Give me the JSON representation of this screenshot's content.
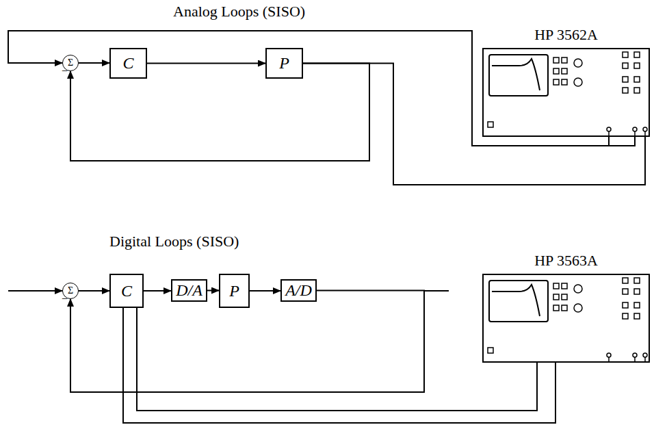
{
  "diagram": {
    "nodes": [
      {
        "text": [
          "Σ"
        ]
      },
      {
        "text": [
          "C"
        ]
      },
      {
        "text": [
          "P"
        ]
      },
      {
        "text": [
          "HP 3562A"
        ]
      },
      {
        "text": [
          "Σ"
        ]
      },
      {
        "text": [
          "C"
        ]
      },
      {
        "text": [
          "D/A"
        ]
      },
      {
        "text": [
          "P"
        ]
      },
      {
        "text": [
          "A/D"
        ]
      },
      {
        "text": [
          "HP 3563A"
        ]
      }
    ],
    "edges": [
      {
        "from": 0,
        "to": 1,
        "arrow": "to"
      },
      {
        "from": 1,
        "to": 2,
        "arrow": "to"
      },
      {
        "from": 2,
        "to": 0,
        "arrow": "to"
      },
      {
        "from": 3,
        "to": 0,
        "arrow": "to"
      },
      {
        "from": 2,
        "to": 3,
        "arrow": "none"
      },
      {
        "from": 4,
        "to": 5,
        "arrow": "to"
      },
      {
        "from": 5,
        "to": 6,
        "arrow": "to"
      },
      {
        "from": 6,
        "to": 7,
        "arrow": "to"
      },
      {
        "from": 7,
        "to": 8,
        "arrow": "to"
      },
      {
        "from": 8,
        "to": 4,
        "arrow": "to"
      },
      {
        "from": 5,
        "to": 9,
        "arrow": "none"
      },
      {
        "from": 5,
        "to": 9,
        "arrow": "none"
      }
    ],
    "labels": [
      "Analog Loops (SISO)",
      "−",
      "Digital Loops (SISO)",
      "−"
    ]
  }
}
